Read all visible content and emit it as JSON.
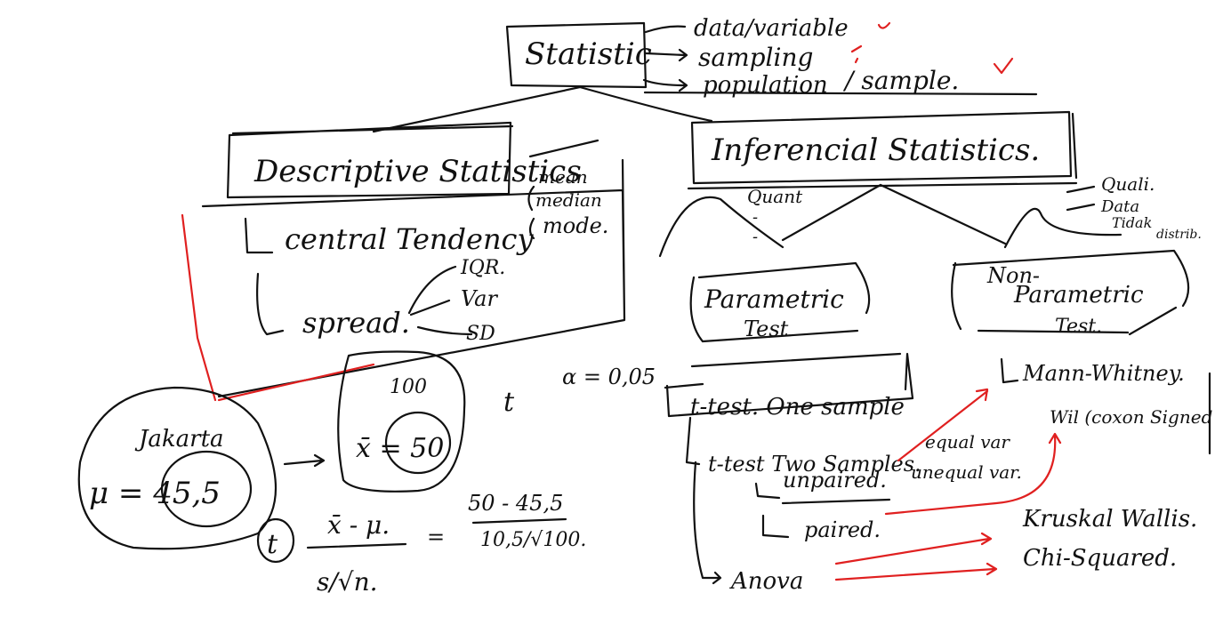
{
  "colors": {
    "ink": "#111111",
    "red": "#e02020",
    "paper": "#ffffff"
  },
  "root": {
    "title": "Statistic",
    "branches": [
      "data/variable",
      "sampling",
      "population",
      "/ sample."
    ]
  },
  "descriptive": {
    "title": "Descriptive Statistics",
    "central_label": "central Tendency",
    "central_items": [
      "mean",
      "median",
      "mode."
    ],
    "spread_label": "spread.",
    "spread_items": [
      "IQR.",
      "Var",
      "SD"
    ]
  },
  "inferential": {
    "title": "Inferencial Statistics.",
    "left_notes": [
      "Quant",
      "-",
      "-"
    ],
    "right_notes": [
      "Quali.",
      "Data",
      "Tidak",
      "distrib."
    ]
  },
  "parametric": {
    "title_line1": "Parametric",
    "title_line2": "Test",
    "t_one": "t-test. One sample",
    "t_two": "t-test Two Samples.",
    "unpaired": "unpaired.",
    "paired": "paired.",
    "equal_var": "equal var",
    "unequal_var": "unequal var.",
    "anova": "Anova"
  },
  "nonparametric": {
    "title_line1": "Non-",
    "title_line2": "Parametric",
    "title_line3": "Test.",
    "mann": "Mann-Whitney.",
    "wilcoxon": "Wil (coxon Signed",
    "kruskal": "Kruskal Wallis.",
    "chi": "Chi-Squared."
  },
  "example": {
    "region": "Jakarta",
    "mu_expr": "μ = 45,5",
    "sample_n": "100",
    "xbar_expr": "x̄ = 50",
    "t_symbol": "t",
    "alpha": "α = 0,05",
    "t_formula_num": "x̄ - μ.",
    "t_formula_den": "s/√n.",
    "eq": "=",
    "t_value_num": "50 - 45,5",
    "t_value_den": "10,5/√100."
  }
}
